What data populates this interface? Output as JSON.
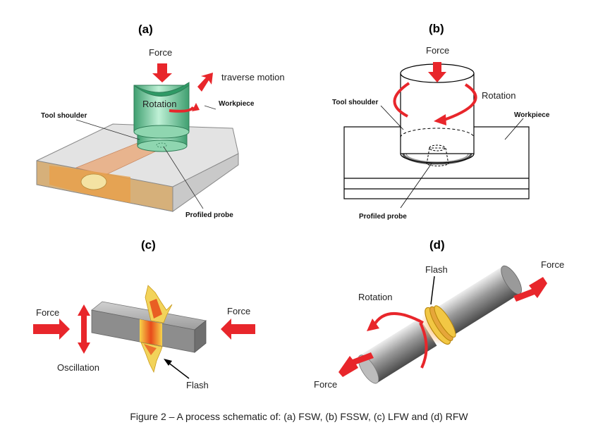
{
  "panels": {
    "a": {
      "label": "(a)",
      "force": "Force",
      "traverse": "traverse motion",
      "rotation": "Rotation",
      "workpiece": "Workpiece",
      "tool_shoulder": "Tool shoulder",
      "profiled_probe": "Profiled probe"
    },
    "b": {
      "label": "(b)",
      "force": "Force",
      "rotation": "Rotation",
      "tool_shoulder": "Tool shoulder",
      "workpiece": "Workpiece",
      "profiled_probe": "Profiled probe"
    },
    "c": {
      "label": "(c)",
      "force_left": "Force",
      "force_right": "Force",
      "oscillation": "Oscillation",
      "flash": "Flash"
    },
    "d": {
      "label": "(d)",
      "flash": "Flash",
      "force_top": "Force",
      "rotation": "Rotation",
      "force_bottom": "Force"
    }
  },
  "caption": "Figure 2 – A process schematic of: (a) FSW, (b) FSSW, (c) LFW and (d) RFW",
  "colors": {
    "arrow_red": "#e8262b",
    "tool_green": "#5fbf8f",
    "plate_grey": "#d9d9d9",
    "weld_orange": "#e8a04a",
    "flash_yellow": "#f2d35a"
  }
}
